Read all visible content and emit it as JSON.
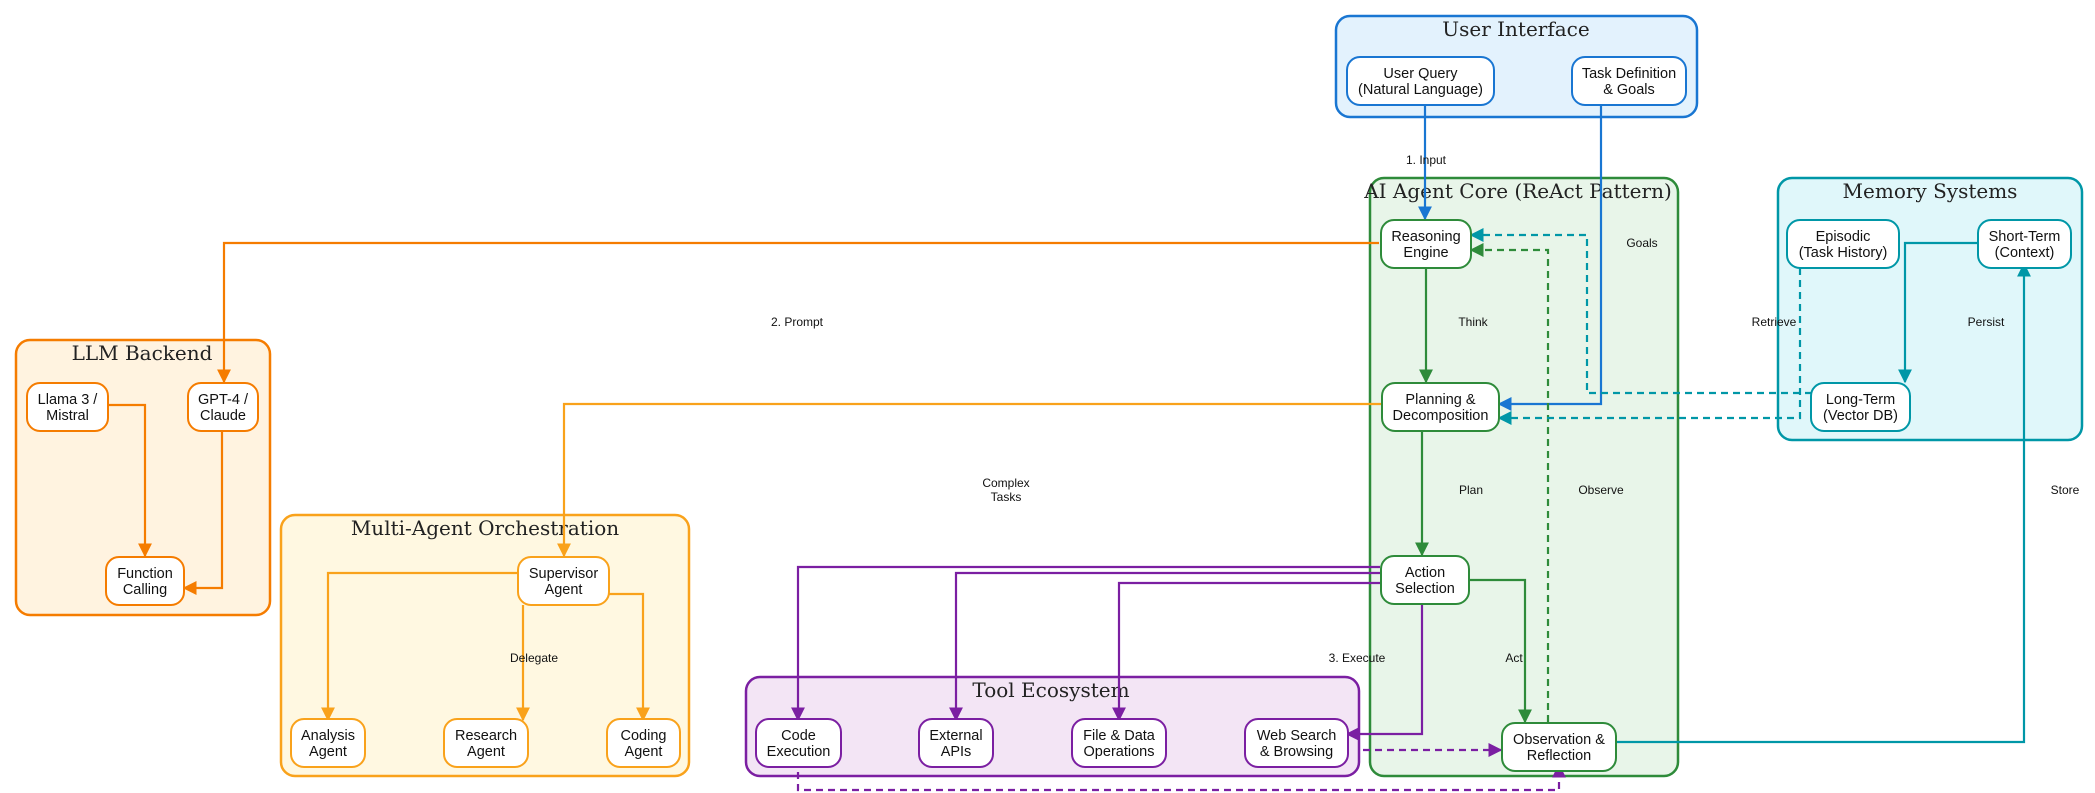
{
  "colors": {
    "ui": "#1976d2",
    "ui_fill": "#e3f2fd",
    "core": "#2e8b3a",
    "core_fill": "#e8f5e9",
    "memory": "#0097a7",
    "memory_fill": "#e0f7fa",
    "llm": "#f57c00",
    "llm_fill": "#fff3e0",
    "multi": "#f9a21b",
    "multi_fill": "#fff8e1",
    "tool": "#7b1fa2",
    "tool_fill": "#f3e5f5"
  },
  "clusters": {
    "ui": {
      "title": "User Interface"
    },
    "core": {
      "title": "AI Agent Core (ReAct Pattern)"
    },
    "memory": {
      "title": "Memory Systems"
    },
    "llm": {
      "title": "LLM Backend"
    },
    "multi": {
      "title": "Multi-Agent Orchestration"
    },
    "tool": {
      "title": "Tool Ecosystem"
    }
  },
  "nodes": {
    "user_query": [
      "User Query",
      "(Natural Language)"
    ],
    "task_def": [
      "Task Definition",
      "& Goals"
    ],
    "reasoning": [
      "Reasoning",
      "Engine"
    ],
    "planning": [
      "Planning &",
      "Decomposition"
    ],
    "action": [
      "Action",
      "Selection"
    ],
    "observation": [
      "Observation &",
      "Reflection"
    ],
    "episodic": [
      "Episodic",
      "(Task History)"
    ],
    "short_term": [
      "Short-Term",
      "(Context)"
    ],
    "long_term": [
      "Long-Term",
      "(Vector DB)"
    ],
    "llama": [
      "Llama 3 /",
      "Mistral"
    ],
    "gpt4": [
      "GPT-4 /",
      "Claude"
    ],
    "function_calling": [
      "Function",
      "Calling"
    ],
    "supervisor": [
      "Supervisor",
      "Agent"
    ],
    "analysis": [
      "Analysis",
      "Agent"
    ],
    "research": [
      "Research",
      "Agent"
    ],
    "coding": [
      "Coding",
      "Agent"
    ],
    "code_exec": [
      "Code",
      "Execution"
    ],
    "external_apis": [
      "External",
      "APIs"
    ],
    "file_ops": [
      "File & Data",
      "Operations"
    ],
    "web_search": [
      "Web Search",
      "& Browsing"
    ]
  },
  "edge_labels": {
    "input": [
      "1. Input"
    ],
    "goals": [
      "Goals"
    ],
    "prompt": [
      "2. Prompt"
    ],
    "think": [
      "Think"
    ],
    "retrieve": [
      "Retrieve"
    ],
    "persist": [
      "Persist"
    ],
    "complex_tasks": [
      "Complex",
      "Tasks"
    ],
    "plan": [
      "Plan"
    ],
    "observe": [
      "Observe"
    ],
    "store": [
      "Store"
    ],
    "delegate": [
      "Delegate"
    ],
    "execute": [
      "3. Execute"
    ],
    "act": [
      "Act"
    ]
  }
}
